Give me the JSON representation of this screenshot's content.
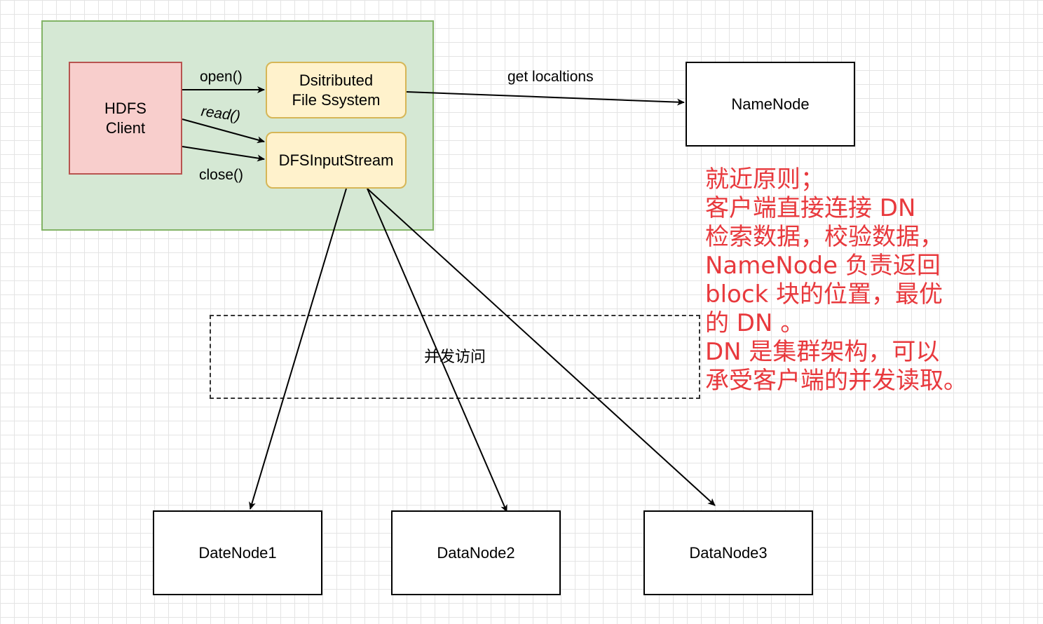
{
  "nodes": {
    "hdfs_client": [
      "HDFS",
      "Client"
    ],
    "distributed_fs": [
      "Dsitributed",
      "File Ssystem"
    ],
    "dfs_input_stream": "DFSInputStream",
    "namenode": "NameNode",
    "datanode1": "DateNode1",
    "datanode2": "DataNode2",
    "datanode3": "DataNode3"
  },
  "edge_labels": {
    "open": "open()",
    "read": "read()",
    "close": "close()",
    "get_locations": "get localtions"
  },
  "concurrent_label": "并发访问",
  "note_lines": [
    "就近原则；",
    "客户端直接连接 DN",
    "检索数据，校验数据，",
    "NameNode 负责返回",
    "block 块的位置，最优",
    "的 DN 。",
    "DN 是集群架构，可以",
    "承受客户端的并发读取。"
  ],
  "colors": {
    "group_fill": "#d5e8d4",
    "group_border": "#82b366",
    "client_fill": "#f8cecc",
    "client_border": "#b85450",
    "stream_fill": "#fff2cc",
    "stream_border": "#d6b656",
    "note_text": "#e8393d"
  }
}
